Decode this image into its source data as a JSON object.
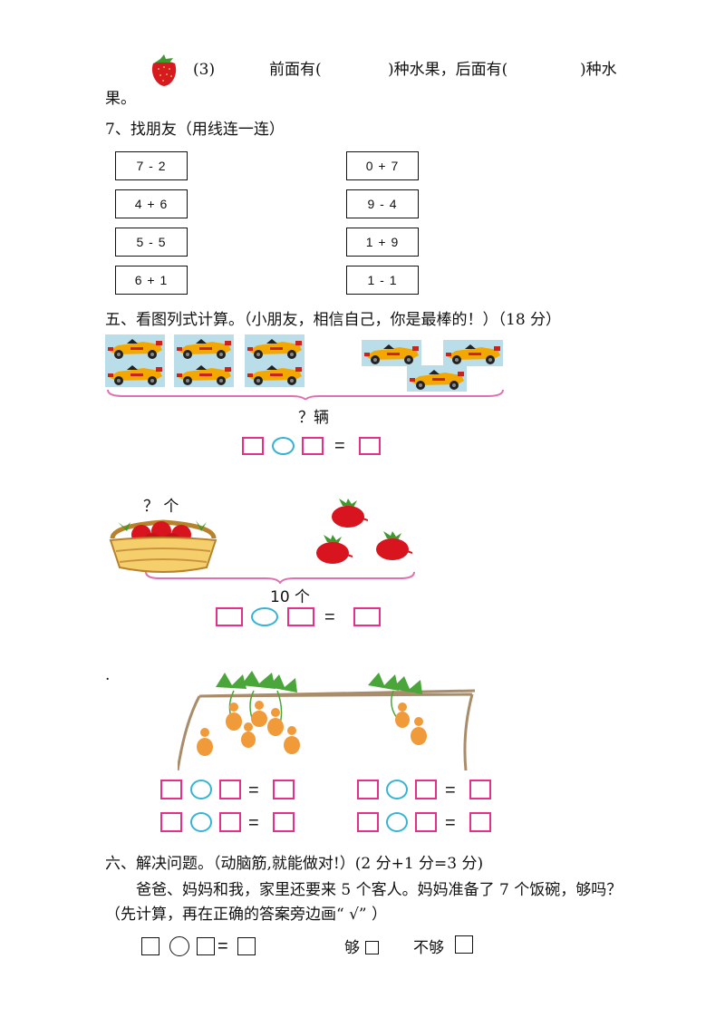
{
  "q6_3": {
    "label": "(3)",
    "text1": "前面有(",
    "text2": ")种水果，后面有(",
    "text3": ")种水",
    "text4": "果。"
  },
  "q7": {
    "title": "7、找朋友（用线连一连）",
    "left": [
      "7 - 2",
      "4 + 6",
      "5 - 5",
      "6 + 1"
    ],
    "right": [
      "0 + 7",
      "9 - 4",
      "1 + 9",
      "1 - 1"
    ]
  },
  "section5": {
    "title": "五、看图列式计算。（小朋友，相信自己，你是最棒的！）（18 分）",
    "cars_label": "？辆",
    "radish_basket_label": "？ 个",
    "radish_total_label": "10 个",
    "dot": ".",
    "equals": "="
  },
  "section6": {
    "title": "六、解决问题。（动脑筋,就能做对!）(2 分+1 分=3 分)",
    "problem": "爸爸、妈妈和我，家里还要来 5 个客人。妈妈准备了 7 个饭碗，够吗？",
    "instruction": "（先计算，再在正确的答案旁边画“ √” ）",
    "enough": "够",
    "not_enough": "不够",
    "equals": "="
  },
  "colors": {
    "square": "#e5308a",
    "circle": "#35b3d6",
    "car_body": "#f2a800",
    "radish": "#d8141e",
    "gourd": "#f09a3a",
    "leaf": "#4aa63a"
  }
}
